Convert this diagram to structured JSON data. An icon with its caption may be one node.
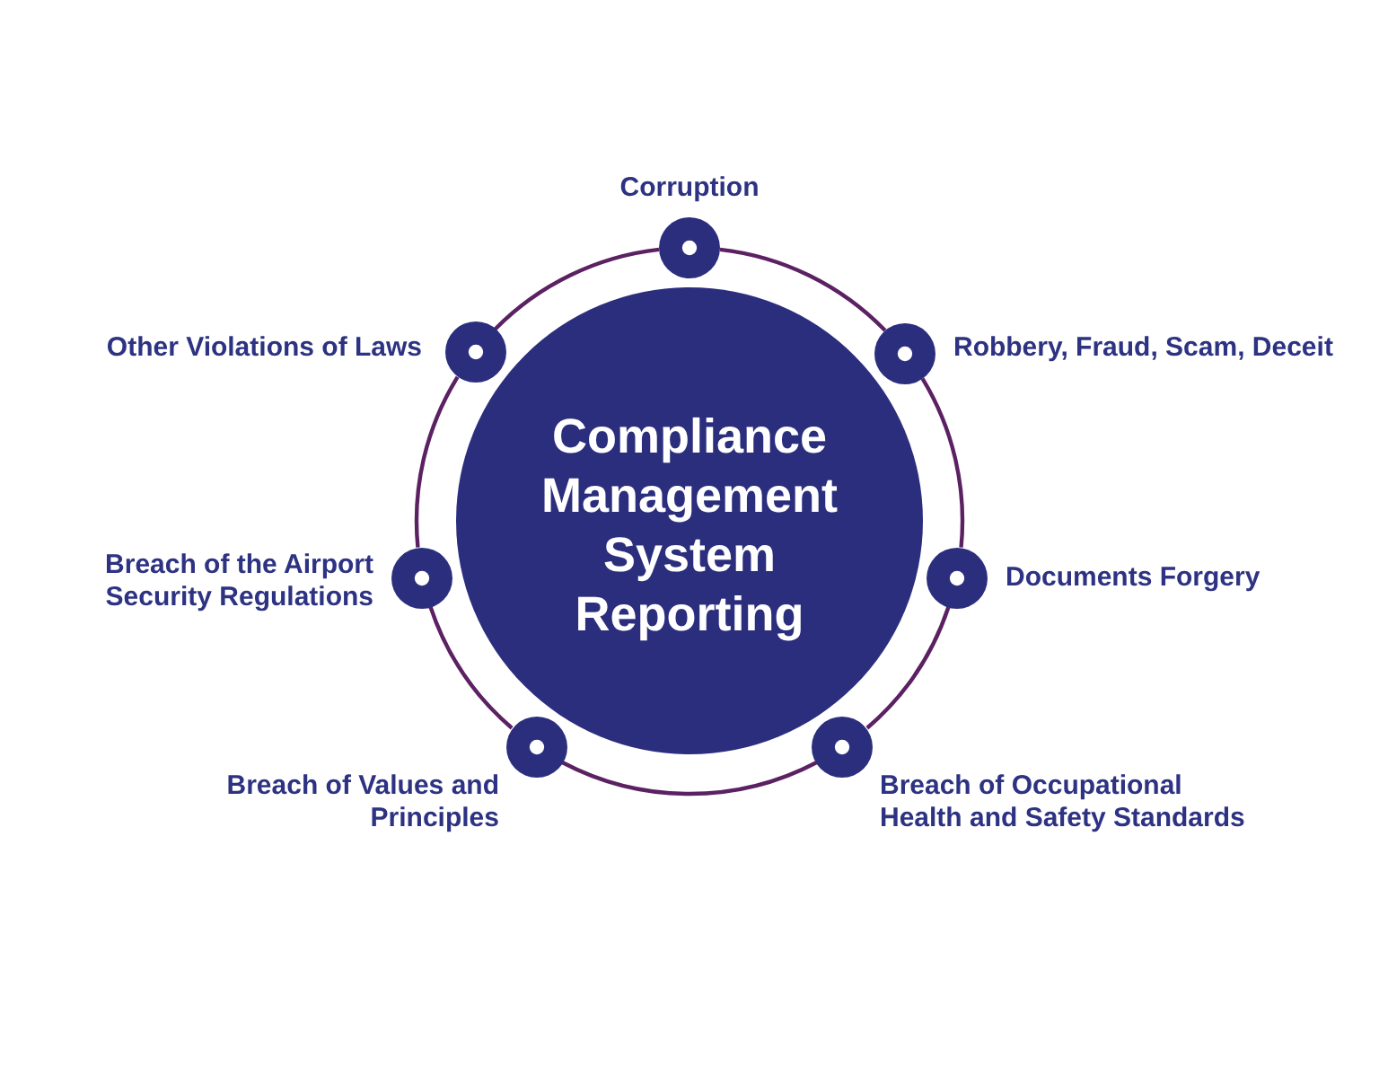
{
  "diagram": {
    "nodes": [
      {
        "text": [
          "Compliance Management System Reporting"
        ]
      },
      {
        "text": [],
        "shape": "circle",
        "beside": [
          "Corruption"
        ]
      },
      {
        "text": [],
        "shape": "circle",
        "beside": [
          "Robbery, Fraud, Scam, Deceit"
        ]
      },
      {
        "text": [],
        "shape": "circle",
        "beside": [
          "Documents Forgery"
        ]
      },
      {
        "text": [],
        "shape": "circle",
        "beside": [
          "Breach of Occupational Health and Safety Standards"
        ]
      },
      {
        "text": [],
        "shape": "circle",
        "beside": [
          "Breach of Values and Principles"
        ]
      },
      {
        "text": [],
        "shape": "circle",
        "beside": [
          "Breach of the Airport Security Regulations"
        ]
      },
      {
        "text": [],
        "shape": "circle",
        "beside": [
          "Other Violations of Laws"
        ]
      }
    ],
    "edges": [
      {
        "from": 1,
        "to": 2,
        "arrow": "none"
      },
      {
        "from": 2,
        "to": 3,
        "arrow": "none"
      },
      {
        "from": 3,
        "to": 4,
        "arrow": "none"
      },
      {
        "from": 4,
        "to": 5,
        "arrow": "none"
      },
      {
        "from": 5,
        "to": 6,
        "arrow": "none"
      },
      {
        "from": 6,
        "to": 7,
        "arrow": "none"
      },
      {
        "from": 7,
        "to": 1,
        "arrow": "none"
      }
    ]
  }
}
